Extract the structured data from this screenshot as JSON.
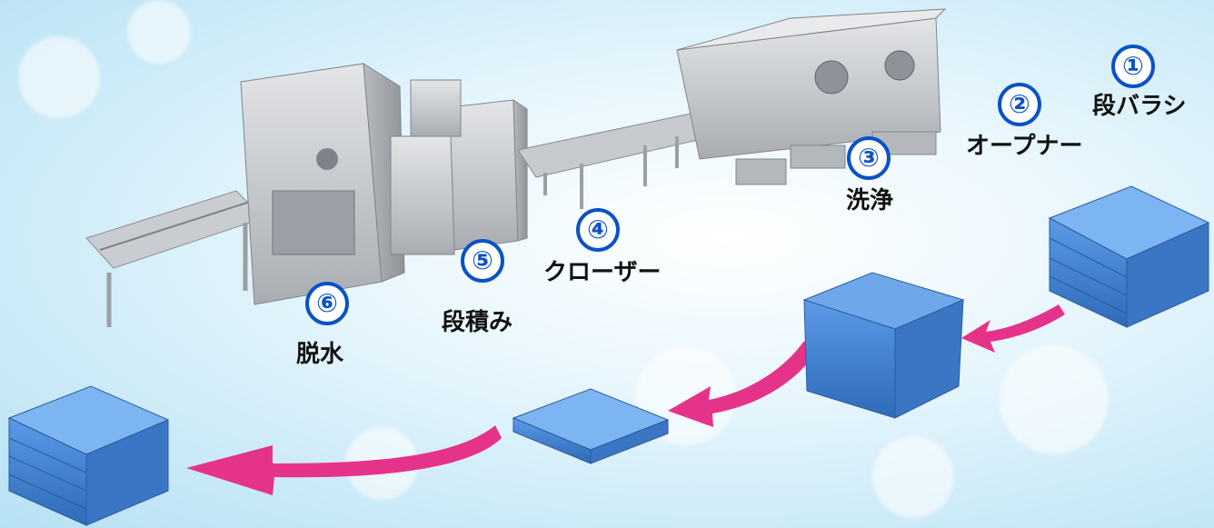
{
  "colors": {
    "number": "#0a52c6",
    "arrow": "#e6338a",
    "crate": "#3d7fd1",
    "machine": "#c8cbcf"
  },
  "steps": [
    {
      "num": "①",
      "label": "段バラシ"
    },
    {
      "num": "②",
      "label": "オープナー"
    },
    {
      "num": "③",
      "label": "洗浄"
    },
    {
      "num": "④",
      "label": "クローザー"
    },
    {
      "num": "⑤",
      "label": "段積み"
    },
    {
      "num": "⑥",
      "label": "脱水"
    }
  ]
}
